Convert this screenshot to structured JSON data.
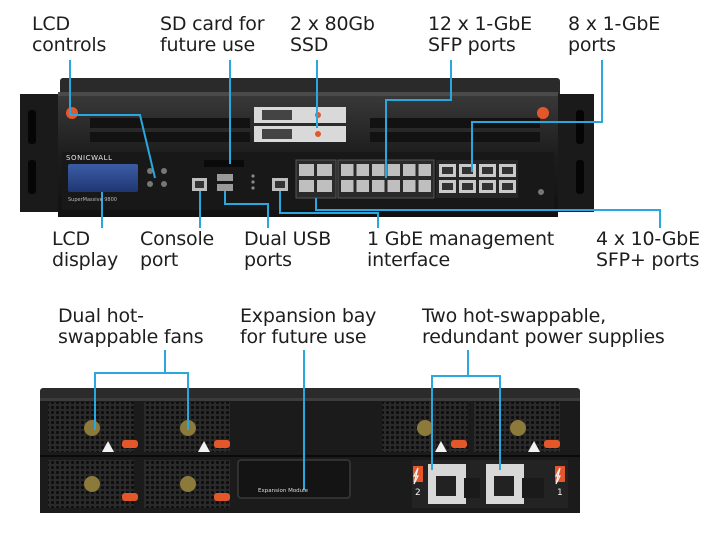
{
  "front_labels": {
    "lcd_controls": "LCD\ncontrols",
    "sd_card": "SD card for\nfuture use",
    "ssd": "2 x 80Gb\nSSD",
    "sfp_12": "12 x 1-GbE\nSFP ports",
    "ports_8": "8 x 1-GbE\nports",
    "lcd_display": "LCD\ndisplay",
    "console_port": "Console\nport",
    "usb_ports": "Dual USB\nports",
    "mgmt_interface": "1 GbE management\ninterface",
    "sfp_plus_4": "4 x 10-GbE\nSFP+ ports"
  },
  "rear_labels": {
    "fans": "Dual hot-\nswappable fans",
    "expansion_bay": "Expansion bay\nfor future use",
    "power_supplies": "Two hot-swappable,\nredundant power supplies"
  },
  "device_text": {
    "brand": "SONICWALL",
    "model": "SuperMassive 9800",
    "expansion_module": "Expansion Module",
    "psu_1": "1",
    "psu_2": "2"
  },
  "colors": {
    "callout_line": "#2aa7de",
    "chassis": "#1c1c1c",
    "lcd_screen": "#2b4a8c",
    "handle_orange": "#e3572b"
  }
}
